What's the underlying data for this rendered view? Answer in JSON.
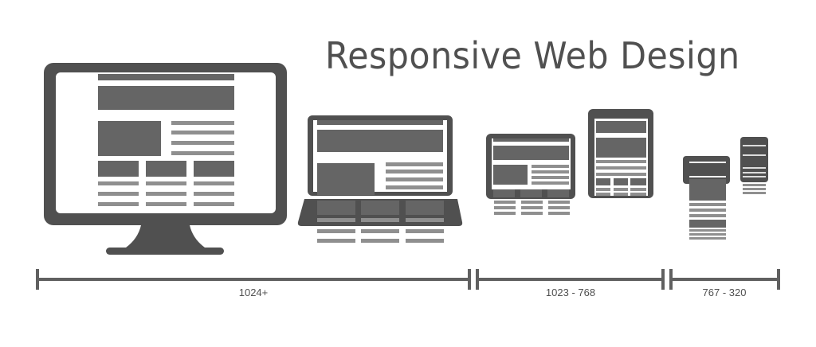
{
  "title": "Responsive Web Design",
  "colors": {
    "device_dark": "#505050",
    "block": "#656565",
    "line": "#8f8f8f",
    "screen": "#ffffff",
    "text": "#505050"
  },
  "devices": [
    {
      "name": "desktop-monitor",
      "icon": "monitor-icon"
    },
    {
      "name": "laptop",
      "icon": "laptop-icon"
    },
    {
      "name": "tablet-landscape",
      "icon": "tablet-landscape-icon"
    },
    {
      "name": "tablet-portrait",
      "icon": "tablet-portrait-icon"
    },
    {
      "name": "phone-landscape",
      "icon": "phone-landscape-icon"
    },
    {
      "name": "phone-portrait",
      "icon": "phone-portrait-icon"
    }
  ],
  "ranges": [
    {
      "label": "1024+"
    },
    {
      "label": "1023 - 768"
    },
    {
      "label": "767 - 320"
    }
  ]
}
